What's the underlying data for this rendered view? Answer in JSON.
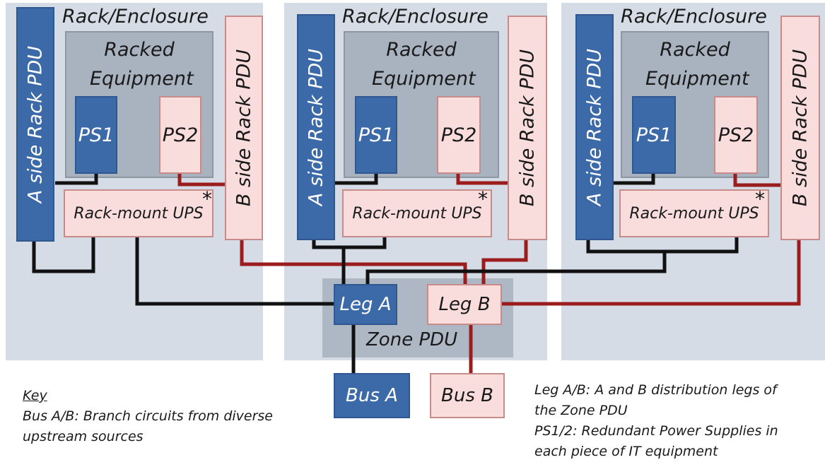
{
  "rack": {
    "title": "Rack/Enclosure",
    "a_pdu": "A side Rack PDU",
    "b_pdu": "B side Rack PDU",
    "equipment": "Racked Equipment",
    "ps1": "PS1",
    "ps2": "PS2",
    "ups": "Rack-mount UPS",
    "ups_mark": "*"
  },
  "zone": {
    "leg_a": "Leg A",
    "leg_b": "Leg B",
    "label": "Zone PDU"
  },
  "bus": {
    "a": "Bus A",
    "b": "Bus B"
  },
  "key": {
    "heading": "Key",
    "bus_line1": "Bus A/B:  Branch circuits from diverse",
    "bus_line2": "upstream sources",
    "leg_line1": "Leg A/B:  A and B distribution legs of",
    "leg_line2": "the Zone PDU",
    "ps_line1": "PS1/2:  Redundant Power Supplies in",
    "ps_line2": "each piece of IT equipment"
  },
  "colors": {
    "side_a": "#3c6aa8",
    "side_b": "#f9dcdc",
    "wire_a": "#111111",
    "wire_b": "#9b1c1c",
    "rack_bg": "#d5dce6",
    "equipment_bg": "#a9b3c0",
    "zone_bg": "#aeb8c5"
  }
}
